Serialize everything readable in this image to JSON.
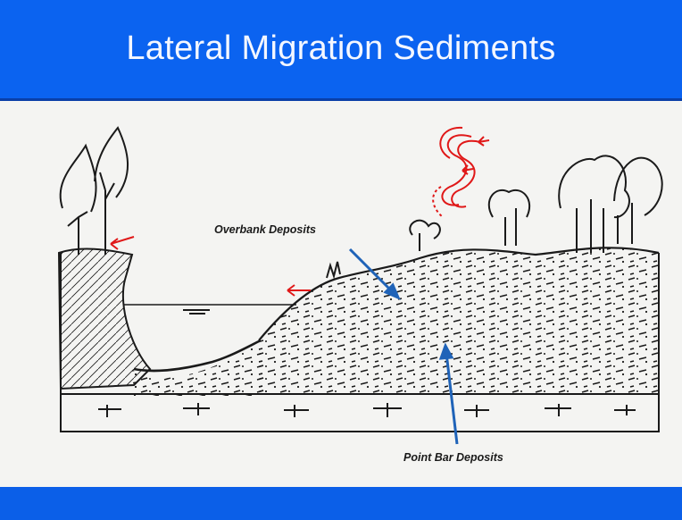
{
  "slide": {
    "title": "Lateral Migration Sediments"
  },
  "labels": {
    "overbank": "Overbank Deposits",
    "point_bar": "Point Bar Deposits"
  },
  "colors": {
    "title_bar": "#0b63f0",
    "canvas": "#f4f4f2",
    "ink": "#1a1a1a",
    "annotation_red": "#e01818",
    "arrow_blue": "#1f63b8"
  }
}
